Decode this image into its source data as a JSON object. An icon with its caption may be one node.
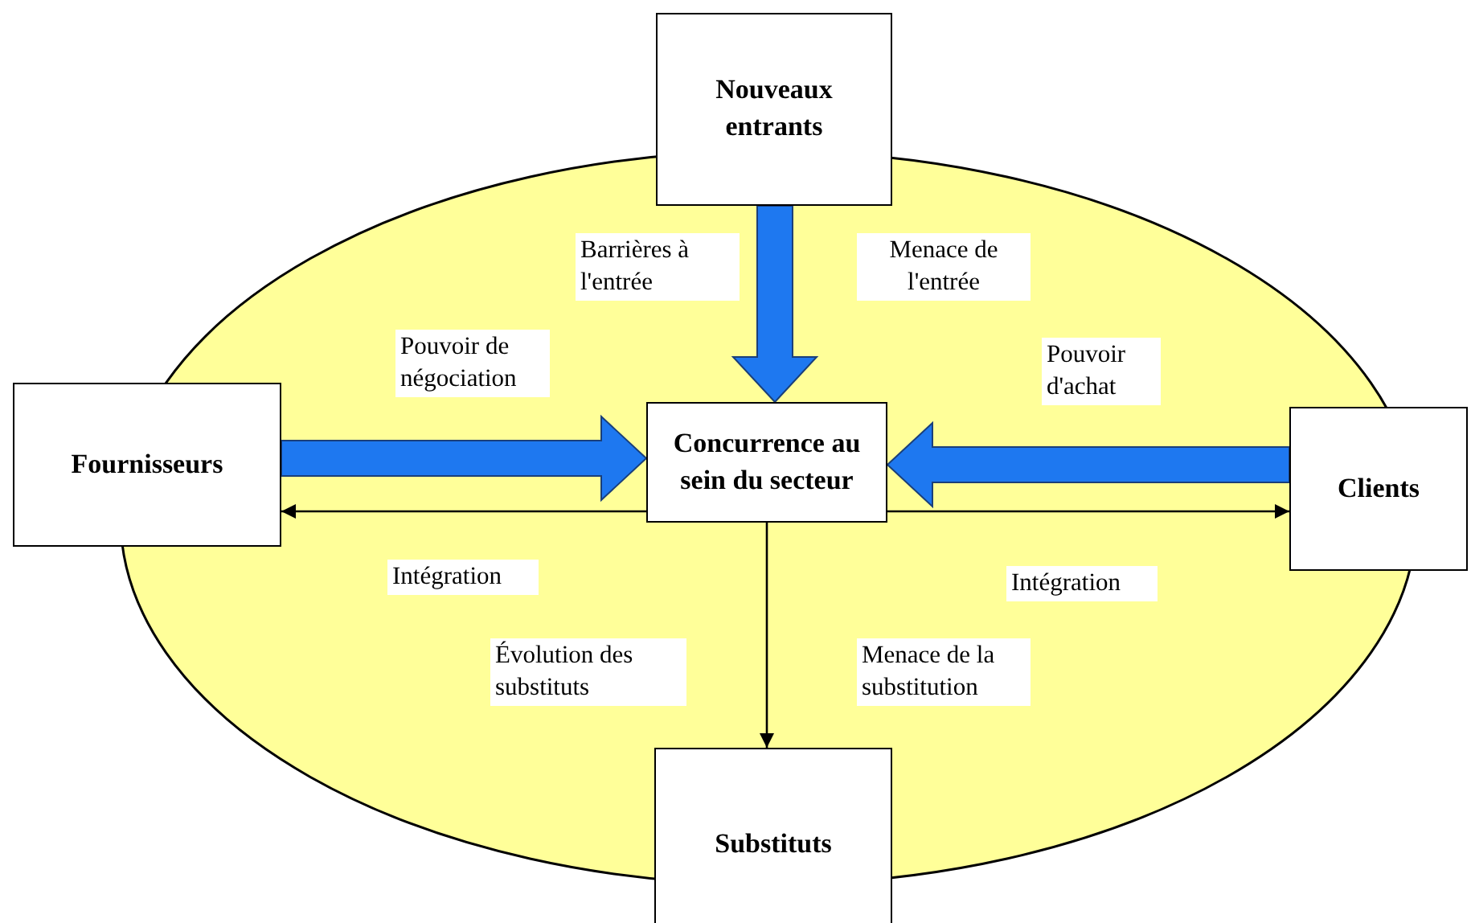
{
  "diagram": {
    "nodes": [
      {
        "text": [
          "Nouveaux entrants"
        ]
      },
      {
        "text": [
          "Fournisseurs"
        ]
      },
      {
        "text": [
          "Concurrence au sein du secteur"
        ]
      },
      {
        "text": [
          "Clients"
        ]
      },
      {
        "text": [
          "Substituts"
        ]
      }
    ],
    "edges": [
      {
        "from": 0,
        "to": 2,
        "arrow": "to",
        "style": "thick",
        "color": "#1e78f0"
      },
      {
        "from": 1,
        "to": 2,
        "arrow": "to",
        "style": "thick",
        "color": "#1e78f0"
      },
      {
        "from": 3,
        "to": 2,
        "arrow": "to",
        "style": "thick",
        "color": "#1e78f0"
      },
      {
        "from": 2,
        "to": 1,
        "arrow": "to"
      },
      {
        "from": 2,
        "to": 3,
        "arrow": "to"
      },
      {
        "from": 2,
        "to": 4,
        "arrow": "to"
      }
    ],
    "labels": [
      "Barrières à l'entrée",
      "Menace de l'entrée",
      "Pouvoir de négociation",
      "Pouvoir d'achat",
      "Intégration",
      "Intégration",
      "Évolution des substituts",
      "Menace de la substitution"
    ]
  }
}
